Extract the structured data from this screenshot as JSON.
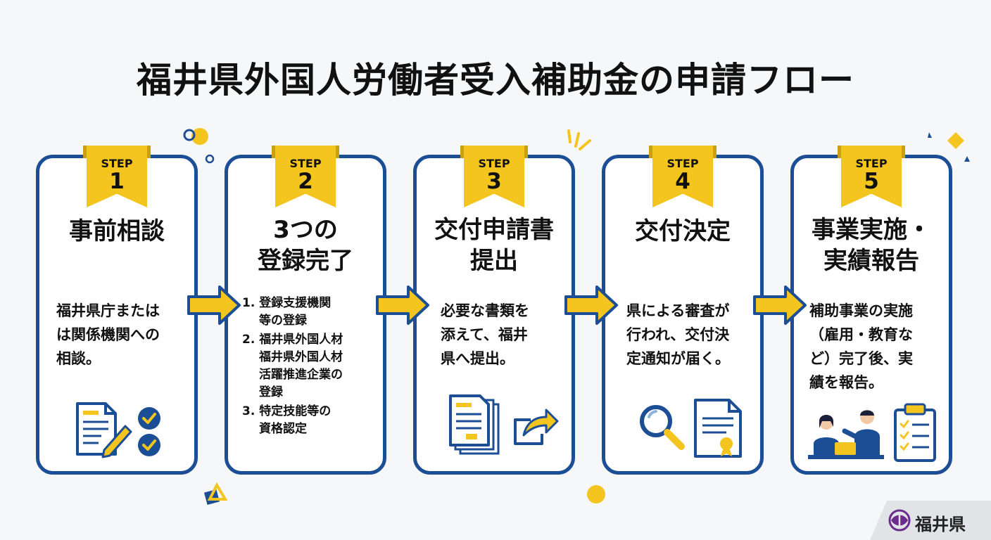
{
  "title": "福井県外国人労働者受入補助金の申請フロー",
  "step_label": "STEP",
  "steps": [
    {
      "number": "1",
      "heading_lines": [
        "事前相談"
      ],
      "description_lines": [
        "福井県庁または",
        "は関係機関への",
        "相談。"
      ],
      "icons": [
        "document-pencil-icon",
        "check-circle-icon"
      ]
    },
    {
      "number": "2",
      "heading_lines": [
        "3つの",
        "登録完了"
      ],
      "list": [
        {
          "marker": "1.",
          "lines": [
            "登録支援機関",
            "等の登録"
          ]
        },
        {
          "marker": "2.",
          "lines": [
            "福井県外国人材",
            "福井県外国人材",
            "活躍推進企業の",
            "登録"
          ]
        },
        {
          "marker": "3.",
          "lines": [
            "特定技能等の",
            "資格認定"
          ]
        }
      ]
    },
    {
      "number": "3",
      "heading_lines": [
        "交付申請書",
        "提出"
      ],
      "description_lines": [
        "必要な書類を",
        "添えて、福井",
        "県へ提出。"
      ],
      "icons": [
        "documents-stack-icon",
        "share-arrow-icon"
      ]
    },
    {
      "number": "4",
      "heading_lines": [
        "交付決定"
      ],
      "description_lines": [
        "県による審査が",
        "行われ、交付決",
        "定通知が届く。"
      ],
      "icons": [
        "magnifier-icon",
        "certificate-icon"
      ]
    },
    {
      "number": "5",
      "heading_lines": [
        "事業実施・",
        "実績報告"
      ],
      "description_lines": [
        "補助事業の実施",
        "（雇用・教育な",
        "ど）完了後、実",
        "績を報告。"
      ],
      "icons": [
        "meeting-people-icon",
        "checklist-clipboard-icon"
      ]
    }
  ],
  "logo": {
    "text": "福井県",
    "icon": "fukui-emblem-icon"
  },
  "colors": {
    "navy": "#1c4e96",
    "yellow": "#f4c51e",
    "background": "#f6f7f8"
  }
}
